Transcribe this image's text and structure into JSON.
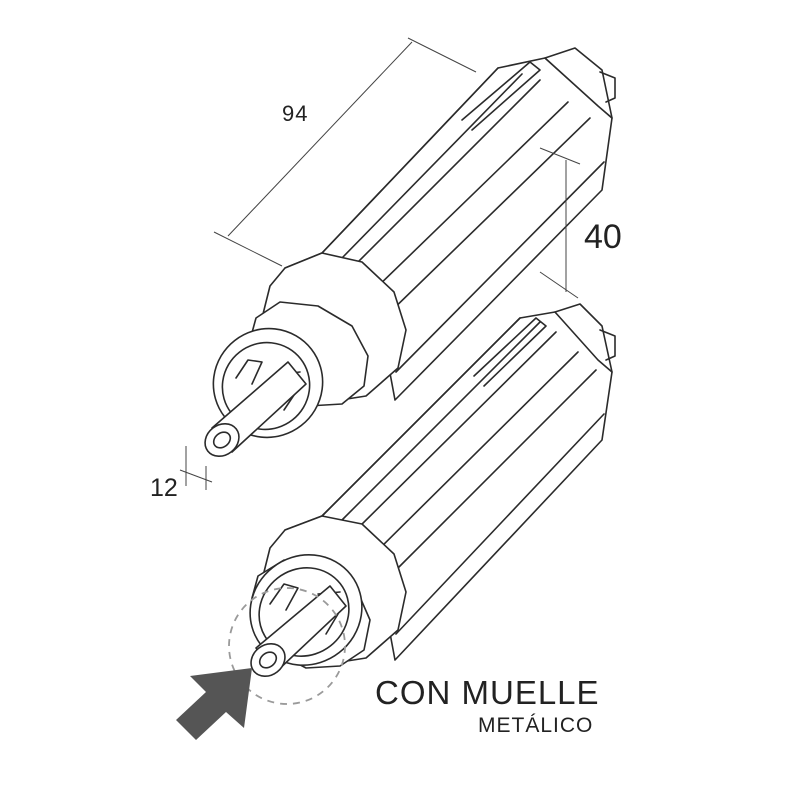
{
  "dimensions": {
    "length": "94",
    "width": "40",
    "shaft": "12"
  },
  "caption": {
    "line1": "CON MUELLE",
    "line2": "METÁLICO"
  },
  "colors": {
    "ink": "#2b2b2b",
    "arrow": "#555555",
    "dashed_circle": "#9a9a9a"
  },
  "icons": {
    "pointer": "arrow-icon"
  }
}
